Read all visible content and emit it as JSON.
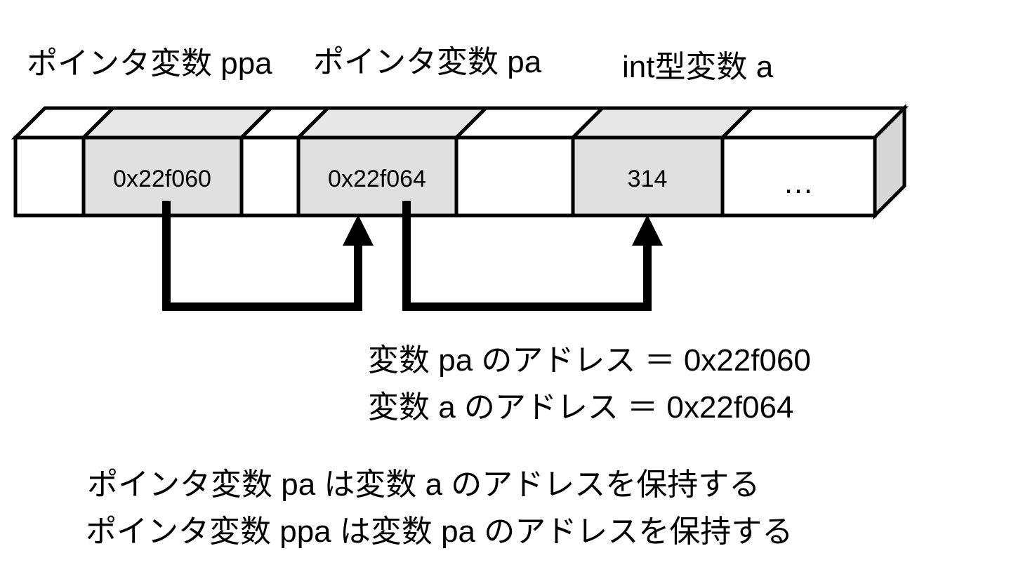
{
  "variables": [
    {
      "label": "ポインタ変数 ppa"
    },
    {
      "label": "ポインタ変数 pa"
    },
    {
      "label": "int型変数 a"
    }
  ],
  "memory_cells": [
    {
      "value": "",
      "highlight": false
    },
    {
      "value": "0x22f060",
      "highlight": true
    },
    {
      "value": "",
      "highlight": false
    },
    {
      "value": "0x22f064",
      "highlight": true
    },
    {
      "value": "",
      "highlight": false
    },
    {
      "value": "314",
      "highlight": true
    },
    {
      "value": "…",
      "highlight": false
    }
  ],
  "addresses": [
    "変数 pa のアドレス ＝ 0x22f060",
    "変数 a のアドレス ＝ 0x22f064"
  ],
  "explanations": [
    "ポインタ変数 pa は変数 a のアドレスを保持する",
    "ポインタ変数 ppa は変数 pa のアドレスを保持する"
  ],
  "colors": {
    "highlight_face": "#e0e0e0",
    "highlight_top": "#e8e8e8",
    "plain": "#ffffff",
    "side_face": "#d6d6d6",
    "stroke": "#000000"
  }
}
